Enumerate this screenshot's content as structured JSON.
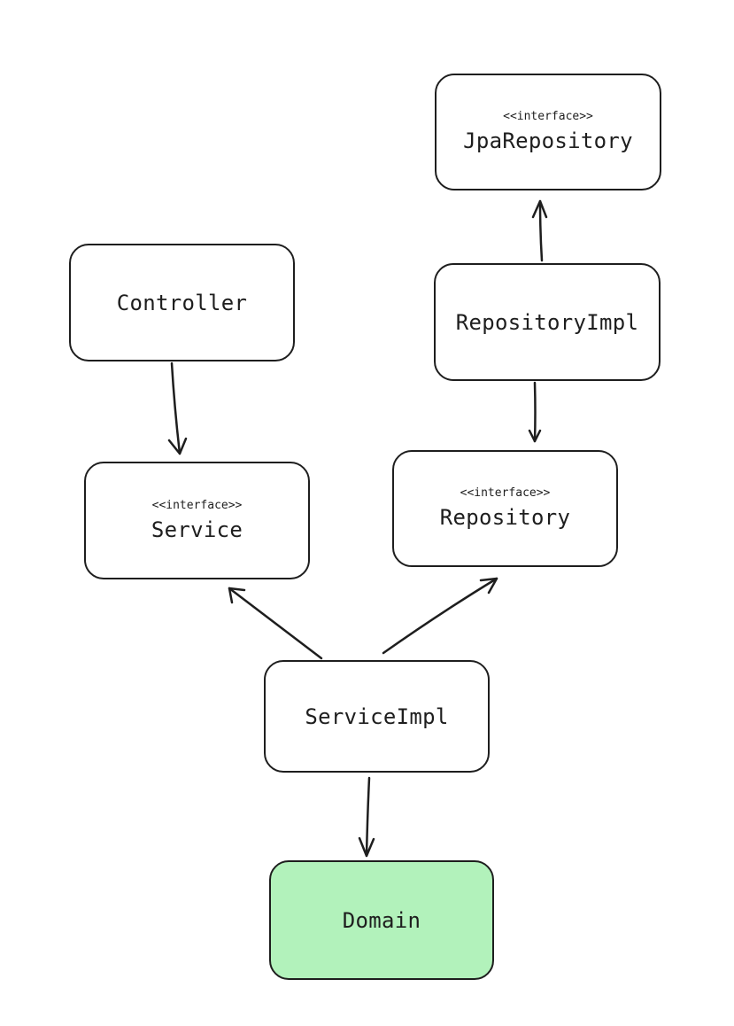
{
  "nodes": {
    "jparepository": {
      "stereotype": "<<interface>>",
      "label": "JpaRepository"
    },
    "controller": {
      "stereotype": "",
      "label": "Controller"
    },
    "repositoryimpl": {
      "stereotype": "",
      "label": "RepositoryImpl"
    },
    "service": {
      "stereotype": "<<interface>>",
      "label": "Service"
    },
    "repository": {
      "stereotype": "<<interface>>",
      "label": "Repository"
    },
    "serviceimpl": {
      "stereotype": "",
      "label": "ServiceImpl"
    },
    "domain": {
      "stereotype": "",
      "label": "Domain"
    }
  },
  "colors": {
    "stroke": "#1e1e1e",
    "node_fill": "#ffffff",
    "domain_fill": "#b2f2bb"
  },
  "edges": [
    {
      "from": "controller",
      "to": "service"
    },
    {
      "from": "repositoryimpl",
      "to": "jparepository"
    },
    {
      "from": "repositoryimpl",
      "to": "repository"
    },
    {
      "from": "serviceimpl",
      "to": "service"
    },
    {
      "from": "serviceimpl",
      "to": "repository"
    },
    {
      "from": "serviceimpl",
      "to": "domain"
    }
  ]
}
